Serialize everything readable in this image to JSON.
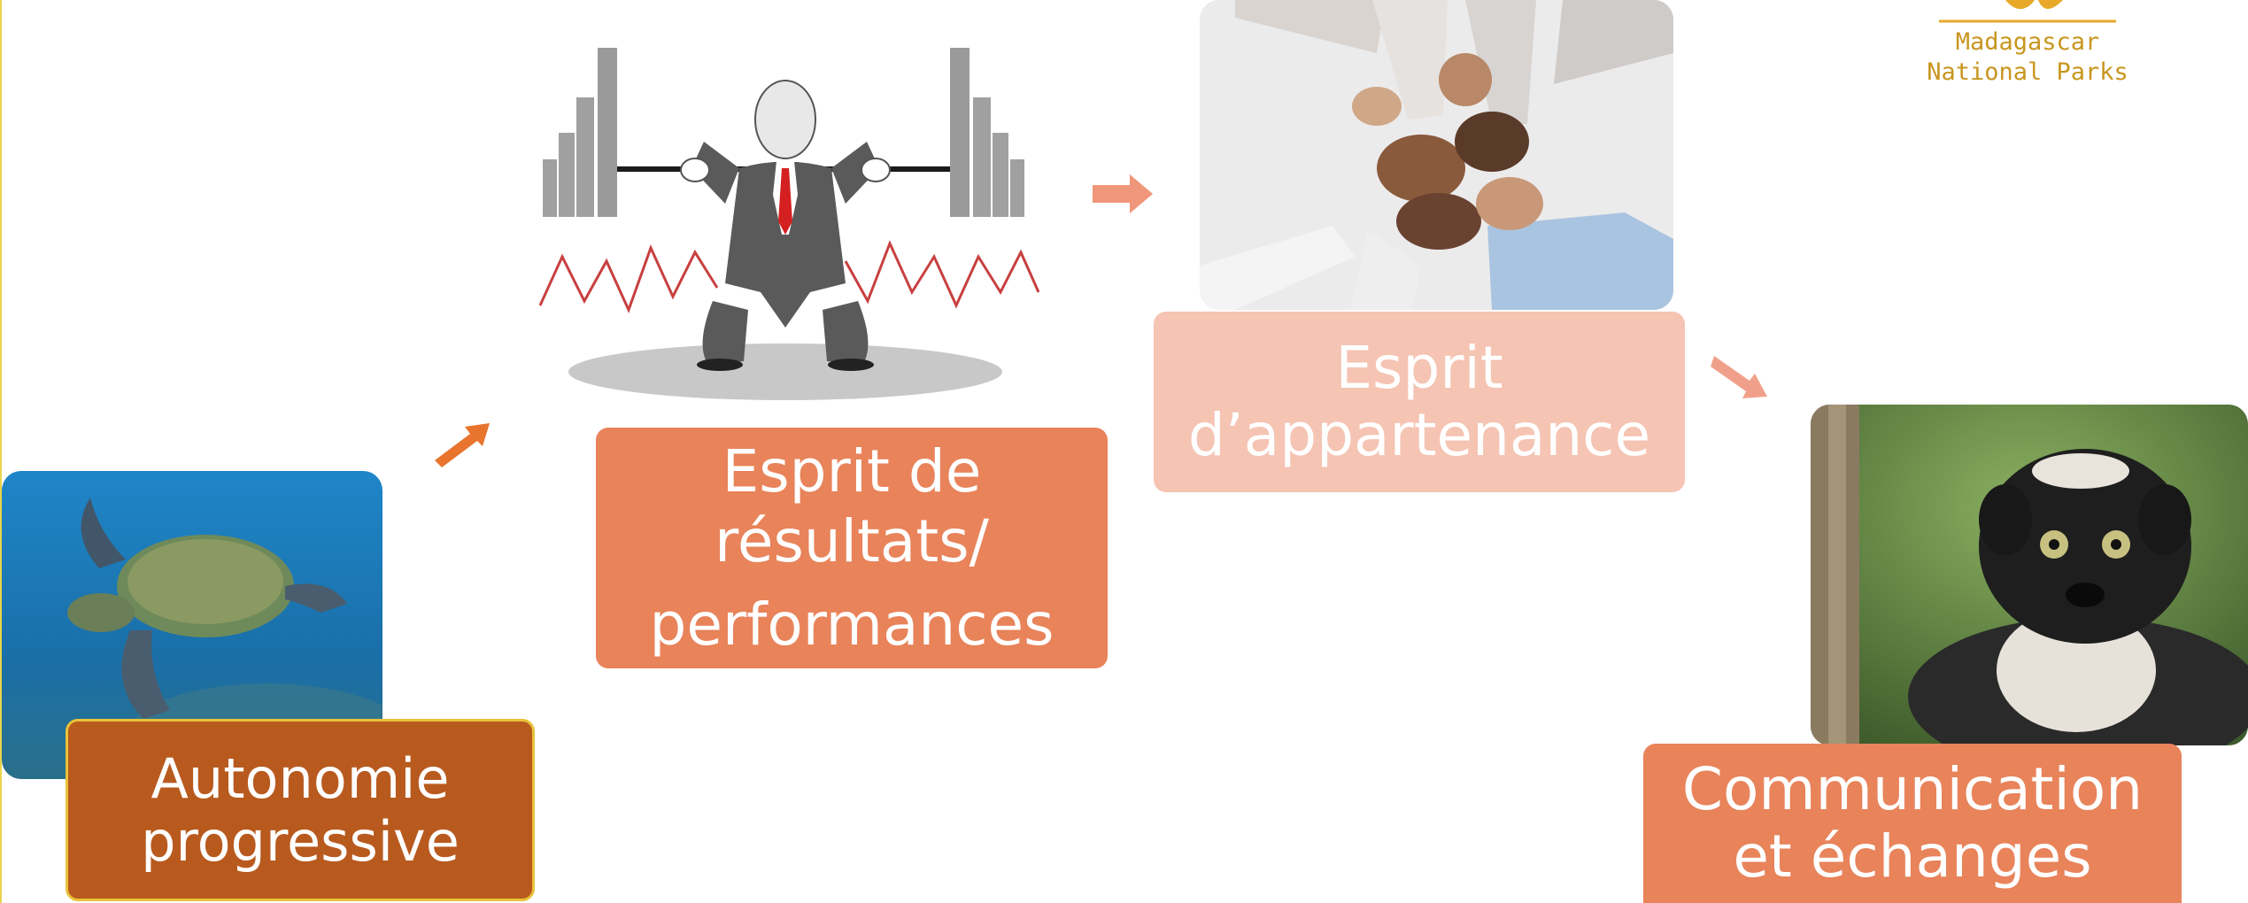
{
  "logo": {
    "line1": "Madagascar",
    "line2": "National Parks",
    "color": "#c8961e"
  },
  "steps": [
    {
      "id": "autonomie",
      "lines": [
        "Autonomie",
        "progressive"
      ],
      "color": "#b85a1e",
      "border": "#e8c23a"
    },
    {
      "id": "resultats",
      "lines": [
        "Esprit de",
        "résultats/",
        "performances"
      ],
      "color": "#e8835a"
    },
    {
      "id": "appartenance",
      "lines": [
        "Esprit",
        "d’appartenance"
      ],
      "color": "#f5c4b3"
    },
    {
      "id": "communication",
      "lines": [
        "Communication",
        "et échanges"
      ],
      "color": "#e8835a"
    }
  ],
  "arrow_colors": [
    "#e8742e",
    "#f0967a",
    "#f0a08a"
  ]
}
